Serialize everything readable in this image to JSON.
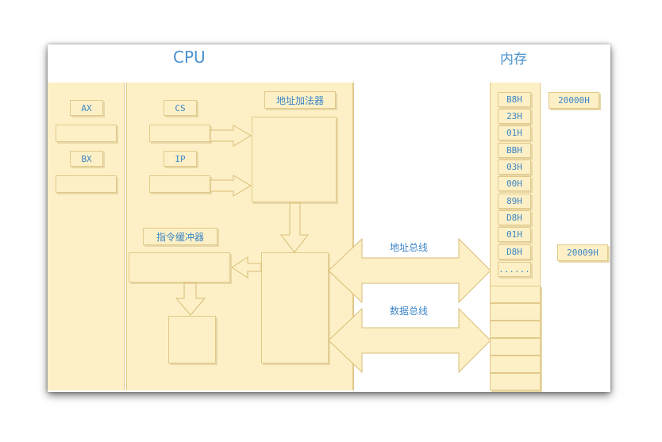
{
  "cpu": {
    "title": "CPU",
    "registers": {
      "ax": "AX",
      "bx": "BX",
      "cs": "CS",
      "ip": "IP"
    },
    "address_adder": "地址加法器",
    "instruction_buffer": "指令缓冲器"
  },
  "buses": {
    "address": "地址总线",
    "data": "数据总线"
  },
  "memory": {
    "title": "内存",
    "cells": [
      "B8H",
      "23H",
      "01H",
      "BBH",
      "03H",
      "00H",
      "89H",
      "D8H",
      "01H",
      "D8H"
    ],
    "ellipsis": "......",
    "addr_start": "20000H",
    "addr_end": "20009H"
  },
  "colors": {
    "fill": "#fdf0c6",
    "border": "#e2c98a",
    "text": "#3d86c6"
  }
}
